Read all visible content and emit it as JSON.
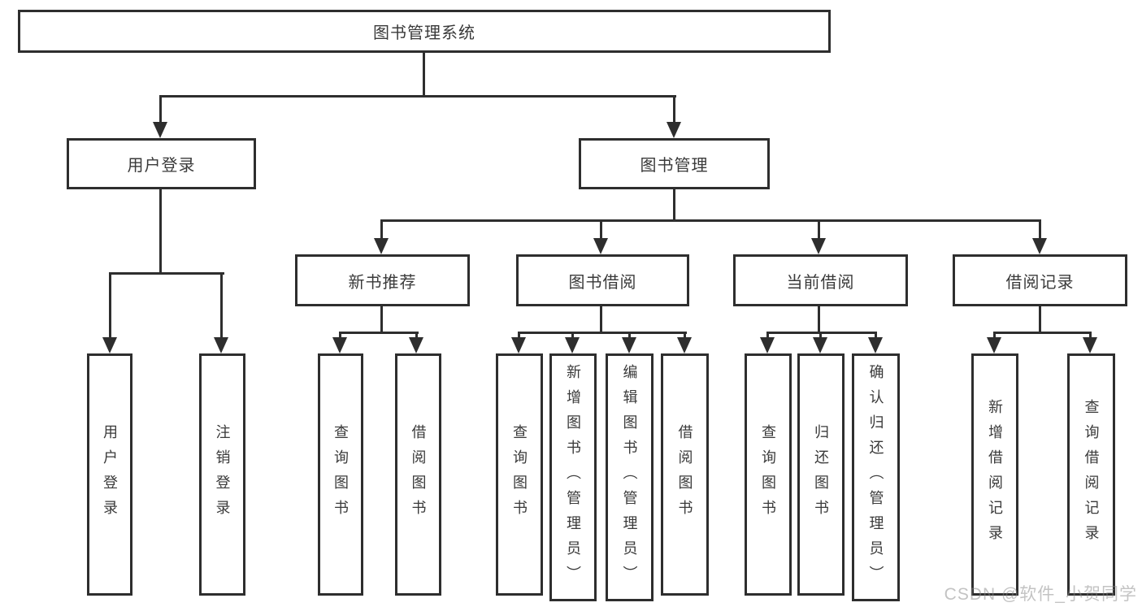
{
  "diagram": {
    "root": "图书管理系统",
    "level2": {
      "user_login": "用户登录",
      "book_mgmt": "图书管理"
    },
    "level3": {
      "new_book_rec": "新书推荐",
      "book_borrow": "图书借阅",
      "current_borrow": "当前借阅",
      "borrow_records": "借阅记录"
    },
    "leaves": {
      "user_login_leaf": "用户登录",
      "logout": "注销登录",
      "rec_query": "查询图书",
      "rec_borrow": "借阅图书",
      "bb_query": "查询图书",
      "bb_add": "新增图书（管理员）",
      "bb_edit": "编辑图书（管理员）",
      "bb_borrow": "借阅图书",
      "cb_query": "查询图书",
      "cb_return": "归还图书",
      "cb_confirm": "确认归还（管理员）",
      "br_add": "新增借阅记录",
      "br_query": "查询借阅记录"
    }
  },
  "watermark": "CSDN @软件_小贺同学",
  "colors": {
    "line": "#2e2e2e",
    "text": "#3a3a3a",
    "watermark": "#b9b9b9",
    "background": "#ffffff"
  }
}
